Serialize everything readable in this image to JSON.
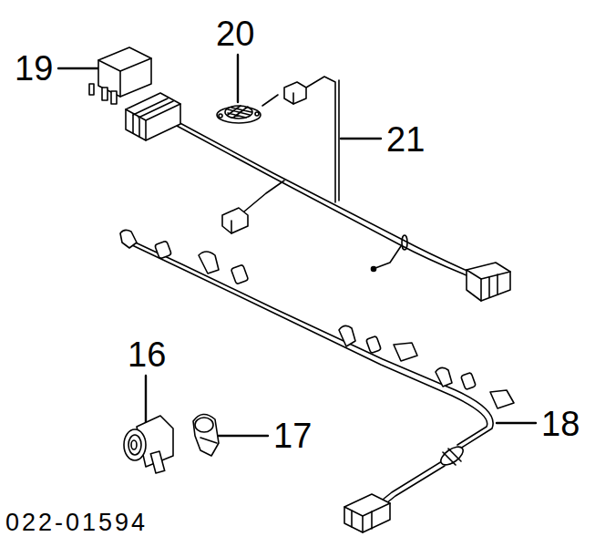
{
  "diagram": {
    "labels": [
      "19",
      "20",
      "21",
      "16",
      "17",
      "18",
      "022-01594"
    ]
  }
}
